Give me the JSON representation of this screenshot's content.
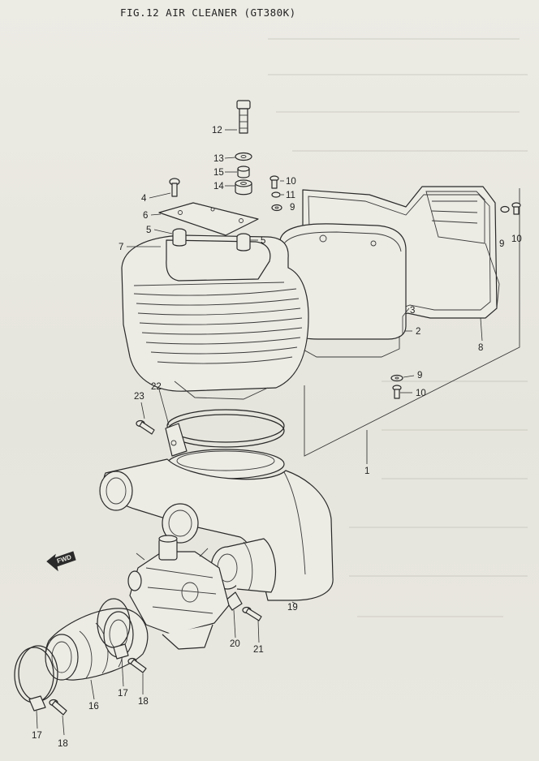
{
  "figure": {
    "title": "FIG.12  AIR CLEANER (GT380K)",
    "direction_label": "FWD"
  },
  "callouts": [
    {
      "id": "c12",
      "text": "12"
    },
    {
      "id": "c13",
      "text": "13"
    },
    {
      "id": "c15",
      "text": "15"
    },
    {
      "id": "c14",
      "text": "14"
    },
    {
      "id": "c10a",
      "text": "10"
    },
    {
      "id": "c11",
      "text": "11"
    },
    {
      "id": "c9a",
      "text": "9"
    },
    {
      "id": "c4",
      "text": "4"
    },
    {
      "id": "c6",
      "text": "6"
    },
    {
      "id": "c5a",
      "text": "5"
    },
    {
      "id": "c5b",
      "text": "5"
    },
    {
      "id": "c7",
      "text": "7"
    },
    {
      "id": "c9b",
      "text": "9"
    },
    {
      "id": "c10b",
      "text": "10"
    },
    {
      "id": "c3",
      "text": "3"
    },
    {
      "id": "c2",
      "text": "2"
    },
    {
      "id": "c8",
      "text": "8"
    },
    {
      "id": "c9c",
      "text": "9"
    },
    {
      "id": "c10c",
      "text": "10"
    },
    {
      "id": "c1",
      "text": "1"
    },
    {
      "id": "c22",
      "text": "22"
    },
    {
      "id": "c23",
      "text": "23"
    },
    {
      "id": "c19",
      "text": "19"
    },
    {
      "id": "c20",
      "text": "20"
    },
    {
      "id": "c21",
      "text": "21"
    },
    {
      "id": "c16",
      "text": "16"
    },
    {
      "id": "c17a",
      "text": "17"
    },
    {
      "id": "c18a",
      "text": "18"
    },
    {
      "id": "c17b",
      "text": "17"
    },
    {
      "id": "c18b",
      "text": "18"
    }
  ]
}
